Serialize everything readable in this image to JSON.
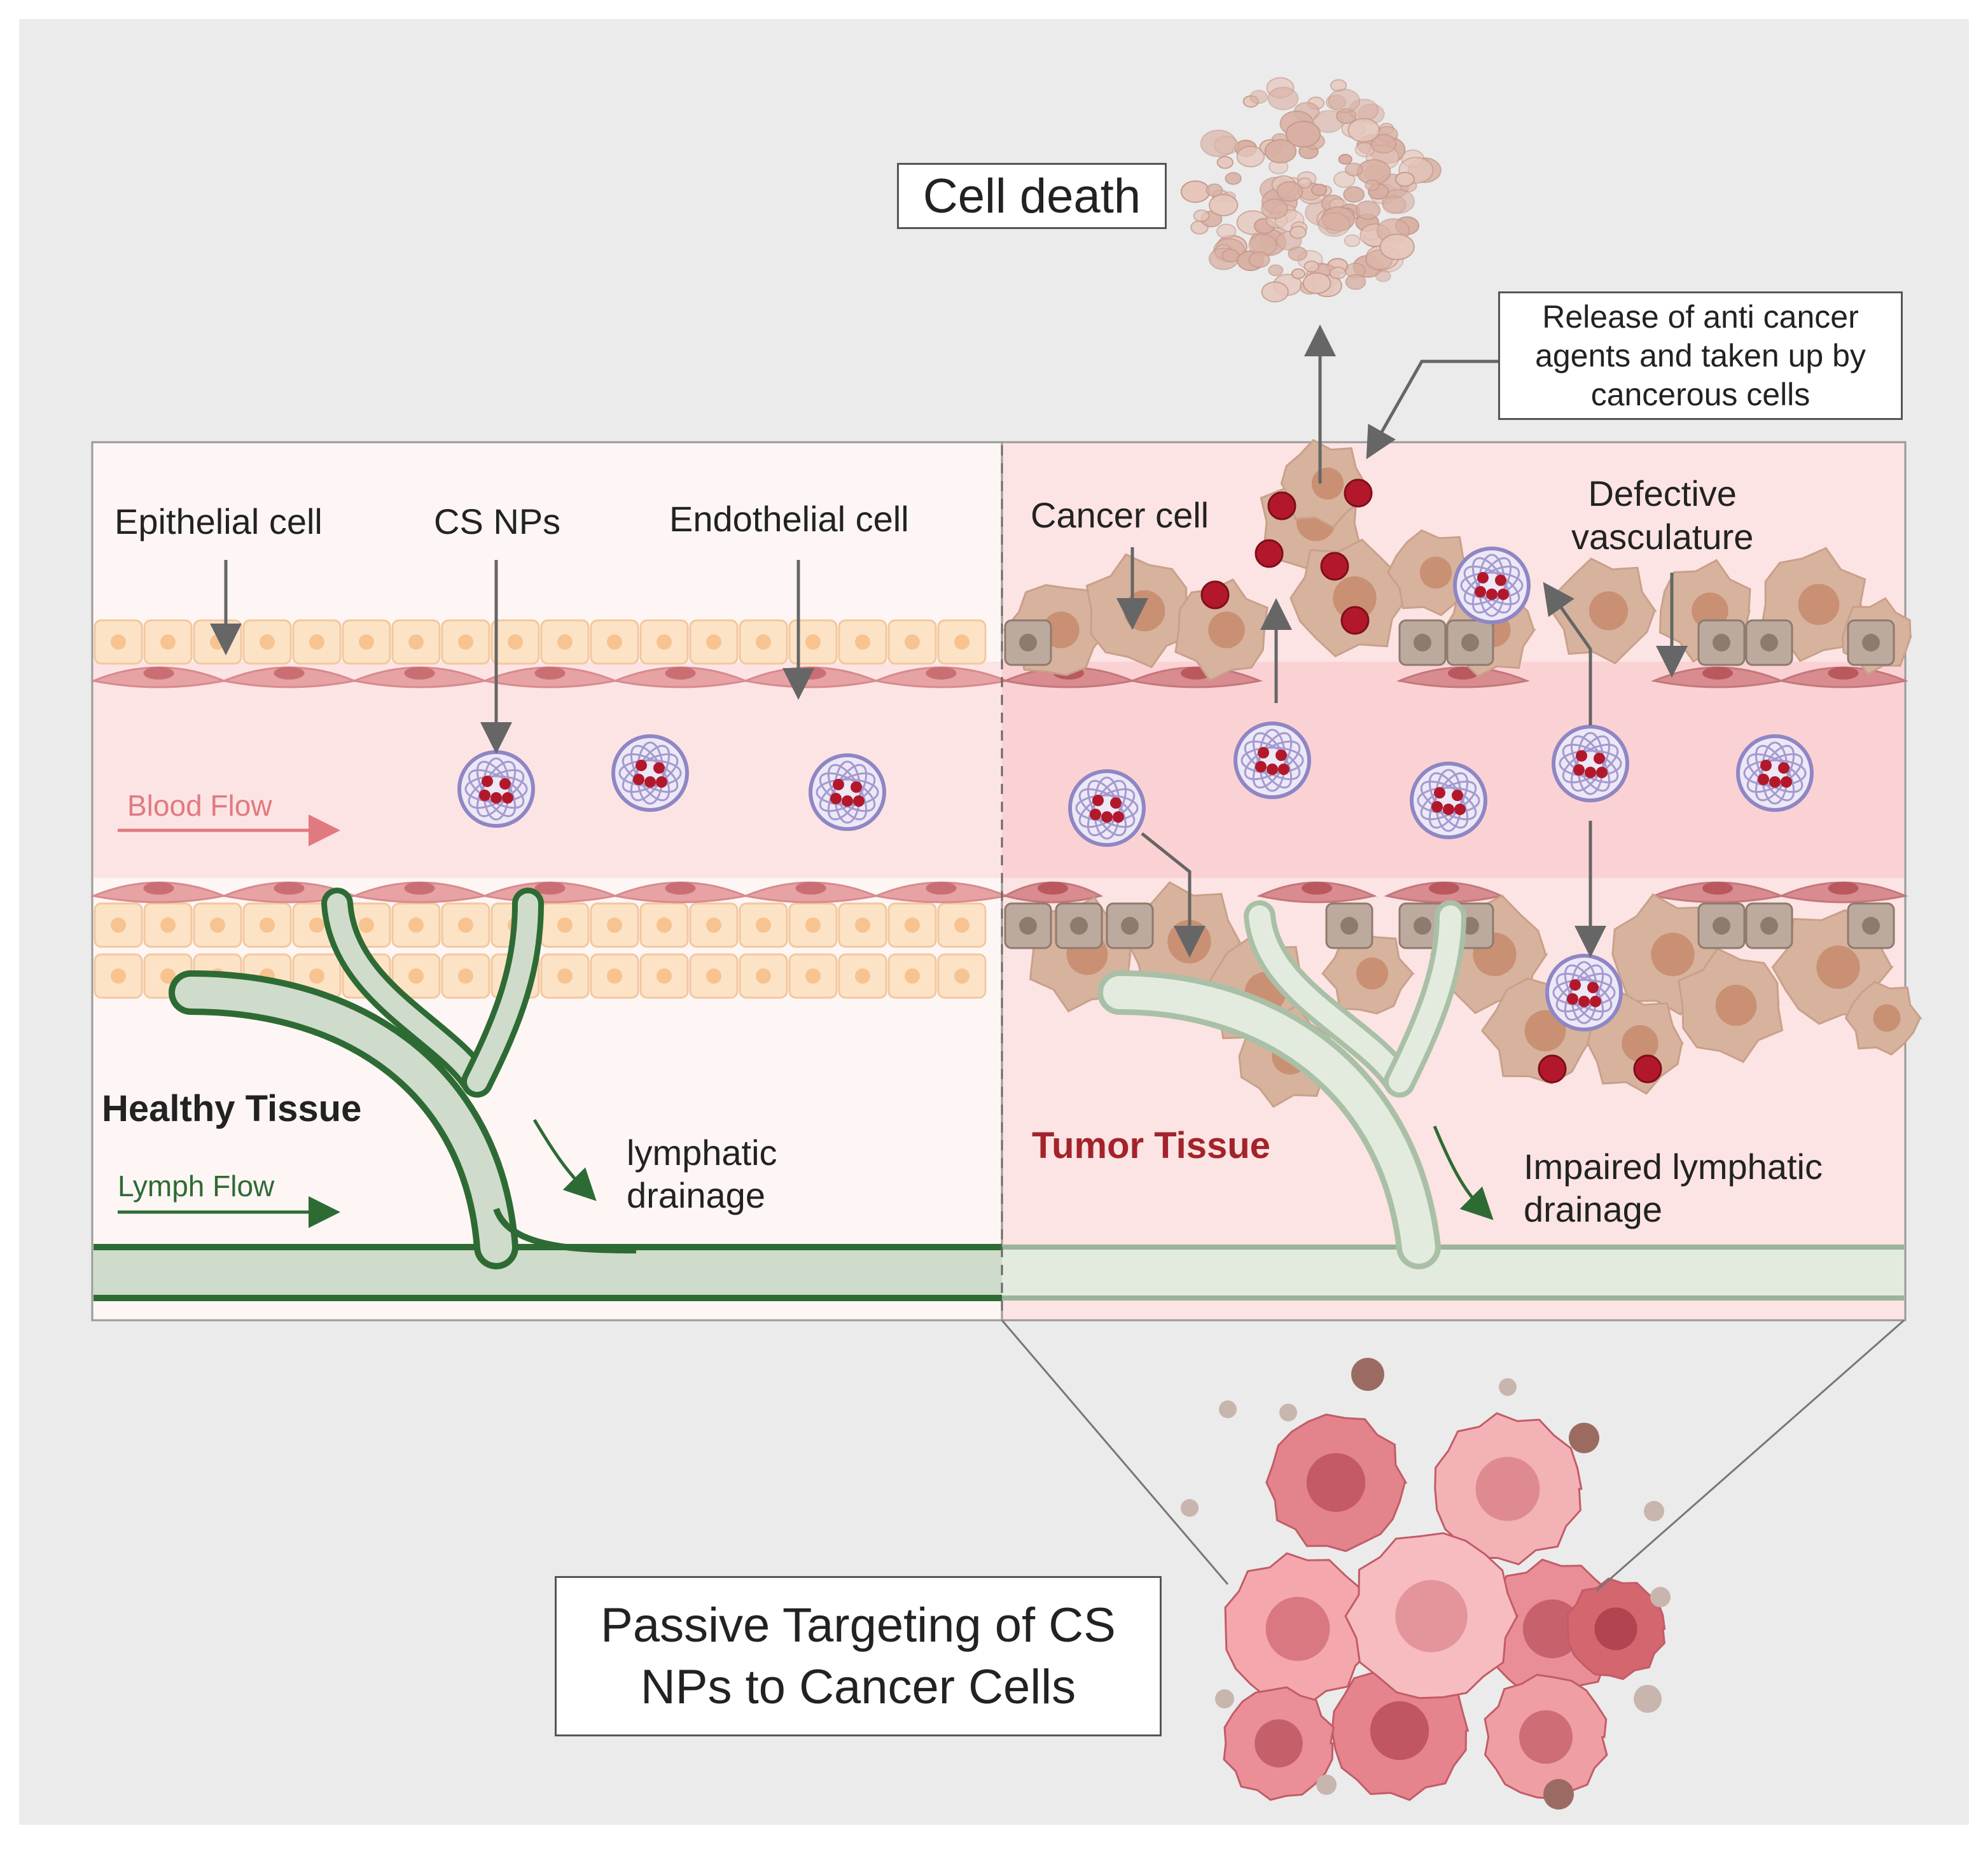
{
  "labels": {
    "cell_death": "Cell death",
    "release_line1": "Release of anti cancer",
    "release_line2": "agents and taken up by",
    "release_line3": "cancerous cells",
    "epithelial_cell": "Epithelial cell",
    "cs_nps": "CS NPs",
    "endothelial_cell": "Endothelial cell",
    "cancer_cell": "Cancer cell",
    "defective_line1": "Defective",
    "defective_line2": "vasculature",
    "blood_flow": "Blood Flow",
    "healthy_tissue": "Healthy Tissue",
    "lymph_flow": "Lymph Flow",
    "lymphatic_line1": "lymphatic",
    "lymphatic_line2": "drainage",
    "tumor_tissue": "Tumor Tissue",
    "impaired_line1": "Impaired lymphatic",
    "impaired_line2": "drainage",
    "passive_line1": "Passive Targeting of CS",
    "passive_line2": "NPs to Cancer Cells"
  },
  "colors": {
    "background": "#ebebeb",
    "healthy_panel": "#fdf6f5",
    "tumor_panel": "#fbe4e3",
    "blood_vessel": "#fcd9da",
    "epithelial_fill": "#fde3c6",
    "endothelial_fill": "#e7a2a4",
    "cancer_cell": "#d7b39e",
    "nanoparticle_ring": "#8f86c4",
    "drug_dot": "#b3182a",
    "lymph_dark": "#2e6b34",
    "lymph_light": "#dfe8dc",
    "tumor_label": "#a3232b",
    "blood_flow_label": "#e07a80",
    "lymph_flow_label": "#2e6b34"
  }
}
